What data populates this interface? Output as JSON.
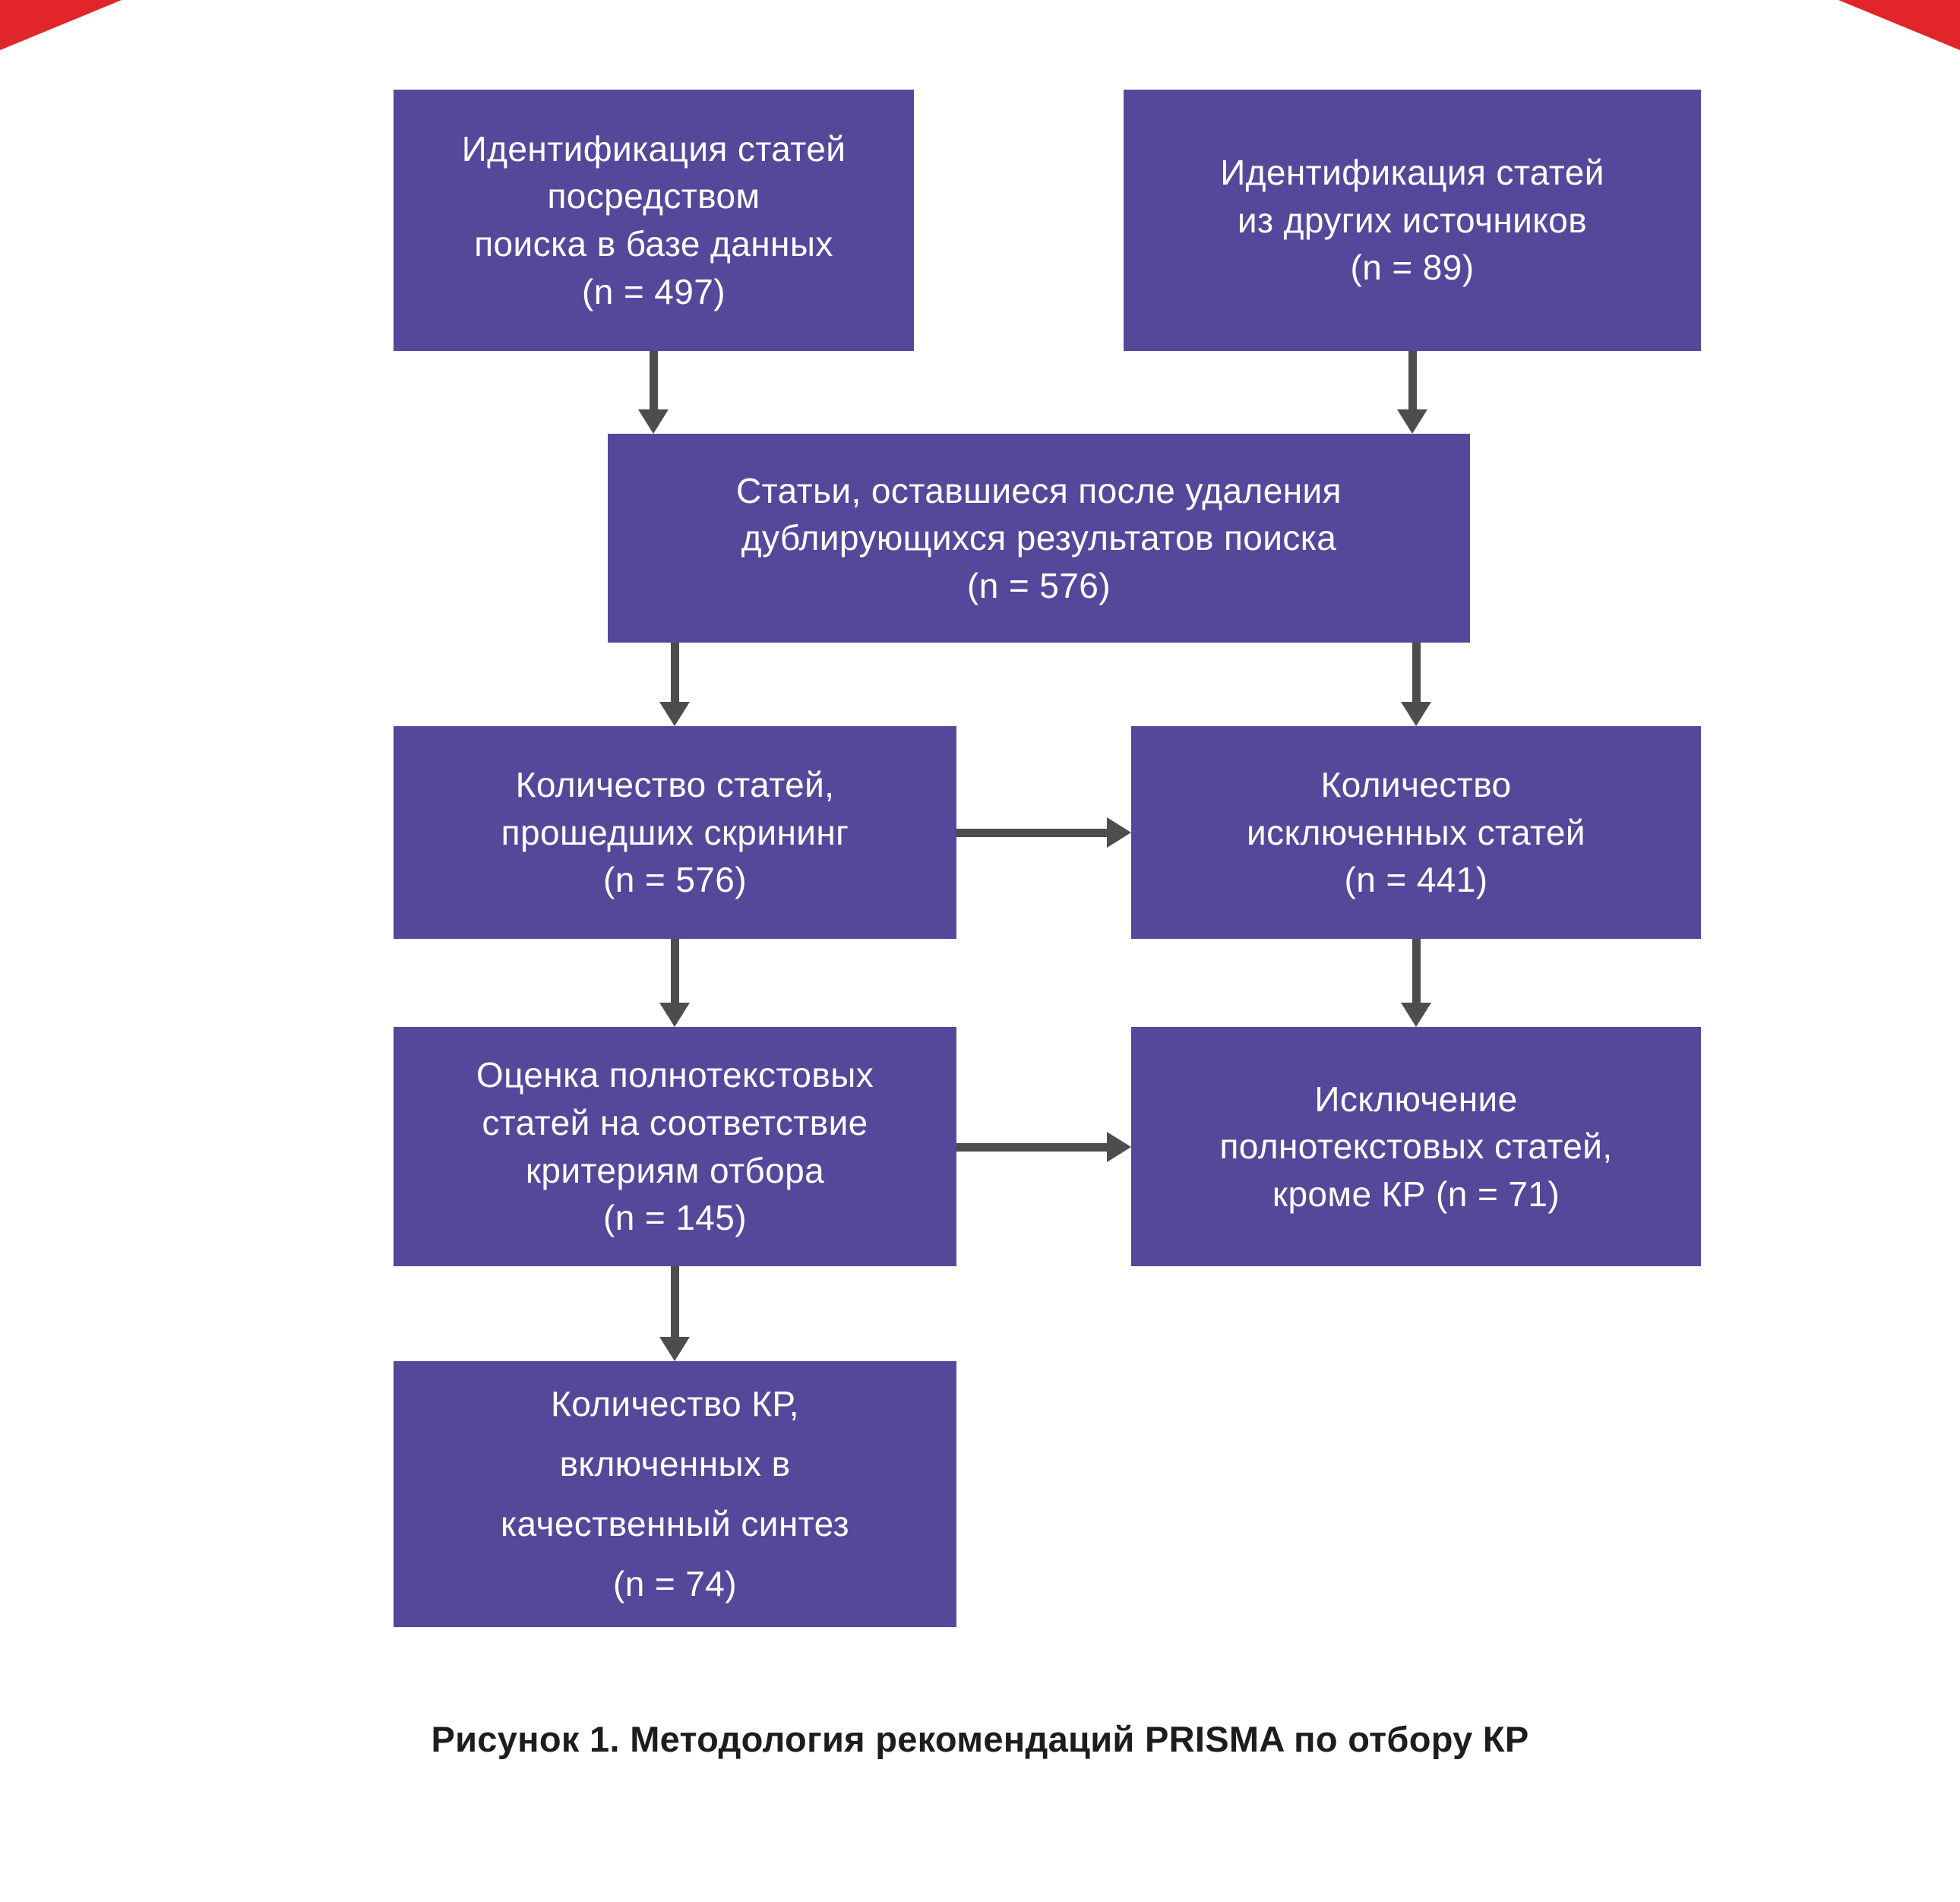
{
  "diagram": {
    "colors": {
      "box": "#55489b",
      "arrow": "#4d4d4d",
      "text": "#ffffff",
      "caption": "#1d1d1f",
      "corner": "#e2242b",
      "background": "#ffffff"
    },
    "nodes": {
      "identification_db": {
        "text": "Идентификация статей\nпосредством\nпоиска в базе данных\n(n = 497)",
        "n": 497
      },
      "identification_other": {
        "text": "Идентификация статей\nиз других источников\n(n = 89)",
        "n": 89
      },
      "after_duplicates_removed": {
        "text": "Статьи, оставшиеся после удаления\nдублирующихся результатов поиска\n(n = 576)",
        "n": 576
      },
      "screened": {
        "text": "Количество статей,\nпрошедших скрининг\n(n = 576)",
        "n": 576
      },
      "excluded": {
        "text": "Количество\nисключенных статей\n(n = 441)",
        "n": 441
      },
      "fulltext_assessed": {
        "text": "Оценка полнотекстовых\nстатей на соответствие\nкритериям отбора\n(n = 145)",
        "n": 145
      },
      "fulltext_excluded": {
        "text": "Исключение\nполнотекстовых статей,\nкроме КР (n = 71)",
        "n": 71
      },
      "included_synthesis": {
        "text": "Количество КР,\nвключенных в\nкачественный синтез\n(n = 74)",
        "n": 74
      }
    },
    "edges": [
      [
        "identification_db",
        "after_duplicates_removed"
      ],
      [
        "identification_other",
        "after_duplicates_removed"
      ],
      [
        "after_duplicates_removed",
        "screened"
      ],
      [
        "after_duplicates_removed",
        "excluded"
      ],
      [
        "screened",
        "excluded"
      ],
      [
        "screened",
        "fulltext_assessed"
      ],
      [
        "excluded",
        "fulltext_excluded"
      ],
      [
        "fulltext_assessed",
        "fulltext_excluded"
      ],
      [
        "fulltext_assessed",
        "included_synthesis"
      ]
    ],
    "caption": "Рисунок 1. Методология рекомендаций PRISMA по отбору КР"
  }
}
